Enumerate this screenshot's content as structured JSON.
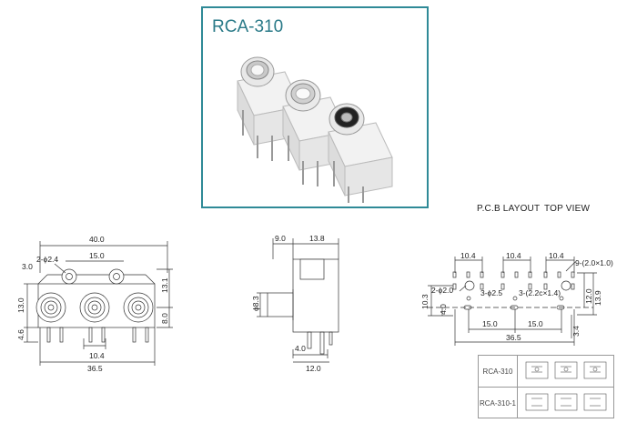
{
  "photo": {
    "title": "RCA-310"
  },
  "header": {
    "pcb_layout": "P.C.B LAYOUT",
    "top_view": "TOP VIEW"
  },
  "front_view": {
    "dims": {
      "overall_width": "40.0",
      "hole_diameter": "2-ϕ2.4",
      "hole_spacing": "15.0",
      "hole_offset": "3.0",
      "body_height": "13.0",
      "top_height": "13.1",
      "jack_height": "8.0",
      "pin_pitch": "10.4",
      "bottom_offset": "4.6",
      "base_width": "36.5"
    }
  },
  "side_view": {
    "dims": {
      "front_depth": "9.0",
      "rear_depth": "13.8",
      "diameter": "ϕ8.3",
      "pin_length": "4.0",
      "base_depth": "12.0"
    }
  },
  "pcb_view": {
    "dims": {
      "pitch_1": "10.4",
      "pitch_2": "10.4",
      "pitch_3": "10.4",
      "slot_size": "9-(2.0×1.0)",
      "mount_holes": "2-ϕ2.0",
      "round_holes": "3-ϕ2.5",
      "oval_holes": "3-(2.2c×1.4)",
      "spacing_1": "15.0",
      "spacing_2": "15.0",
      "total_width": "36.5",
      "left_height": "10.3",
      "left_offset": "4.0",
      "right_height_1": "12.0",
      "right_height_2": "13.9",
      "right_offset": "3.4"
    }
  },
  "models": [
    {
      "label": "RCA-310"
    },
    {
      "label": "RCA-310-1"
    }
  ]
}
